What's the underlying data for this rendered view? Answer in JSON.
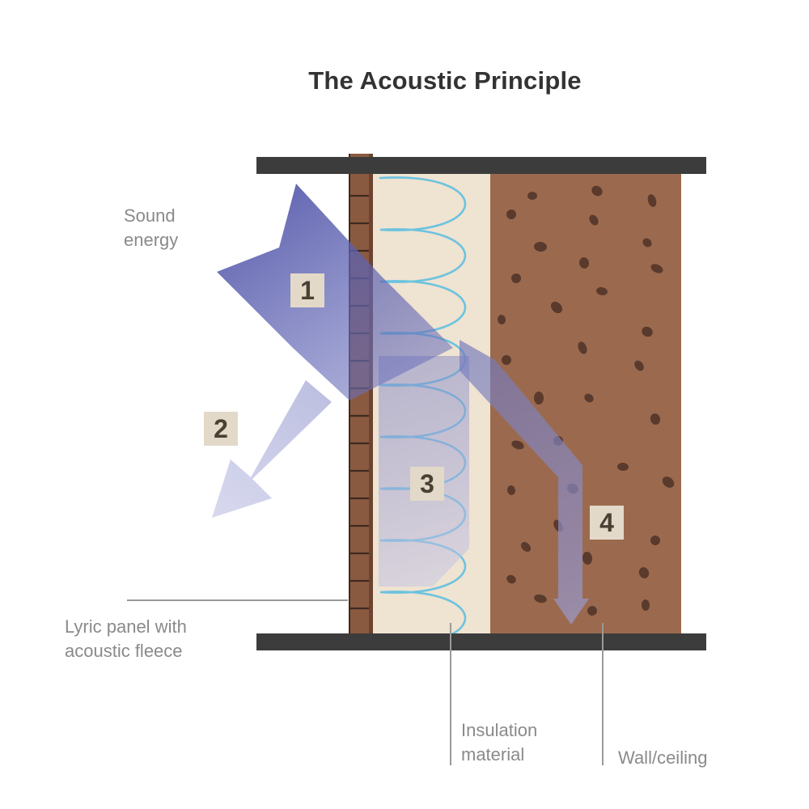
{
  "diagram": {
    "title": "The Acoustic Principle",
    "labels": {
      "sound_energy": [
        "Sound",
        "energy"
      ],
      "lyric_panel": [
        "Lyric panel with",
        "acoustic fleece"
      ],
      "insulation": [
        "Insulation",
        "material"
      ],
      "wall": [
        "Wall/ceiling"
      ]
    },
    "step_numbers": [
      "1",
      "2",
      "3",
      "4"
    ],
    "colors": {
      "frame": "#3c3c3c",
      "panel_brown": "#8a5a40",
      "insulation_fill": "#efe3d1",
      "insulation_wave": "#6bc3df",
      "wall_brown": "#9b6a4e",
      "wall_dots": "#5a3a2c",
      "sound_arrow": "#5a5fb0",
      "leader_line": "#9a9a9a",
      "badge_fill": "#e3d9c9"
    },
    "icons": [
      "incident-sound-arrow",
      "reflected-sound-arrow",
      "absorbed-sound-arrow",
      "transmitted-sound-arrow"
    ]
  }
}
